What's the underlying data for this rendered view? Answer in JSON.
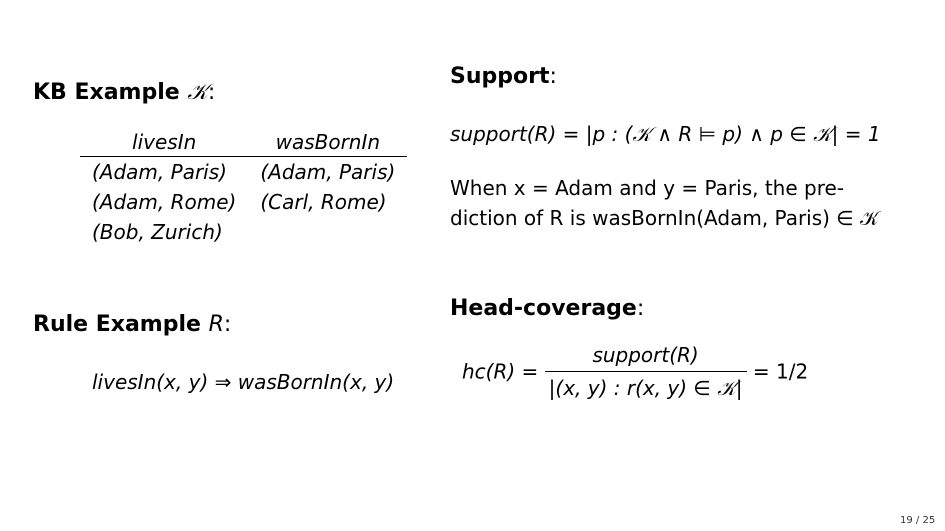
{
  "kb": {
    "heading": "KB Example",
    "symbol": "𝒦",
    "colon": ":",
    "columns": [
      "livesIn",
      "wasBornIn"
    ],
    "rows": [
      [
        "(Adam, Paris)",
        "(Adam, Paris)"
      ],
      [
        "(Adam, Rome)",
        "(Carl, Rome)"
      ],
      [
        "(Bob, Zurich)",
        ""
      ]
    ]
  },
  "rule": {
    "heading": "Rule Example",
    "symbol": "R",
    "colon": ":",
    "formula": "livesIn(x, y) ⇒ wasBornIn(x, y)"
  },
  "support": {
    "heading": "Support",
    "colon": ":",
    "formula": "support(R) = |p : (𝒦 ∧ R ⊨ p) ∧ p ∈ 𝒦| = 1",
    "text_line1": "When x = Adam and y = Paris, the pre-",
    "text_line2": "diction of R is wasBornIn(Adam, Paris) ∈ 𝒦"
  },
  "headcov": {
    "heading": "Head-coverage",
    "colon": ":",
    "lhs": "hc(R) =",
    "numerator": "support(R)",
    "denominator": "|(x, y) : r(x, y) ∈ 𝒦|",
    "rhs": "= 1/2"
  },
  "page_number": "19 / 25"
}
